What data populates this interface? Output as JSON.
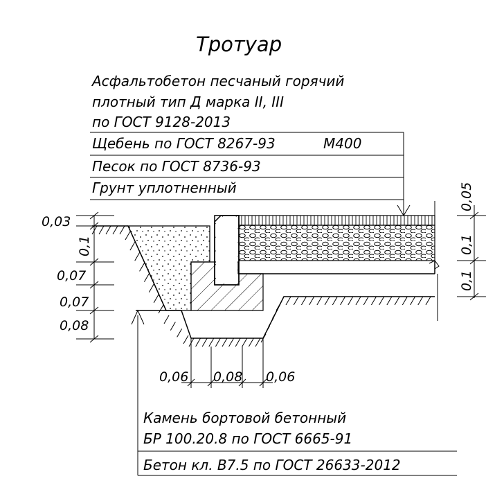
{
  "title": "Тротуар",
  "top_legend": {
    "lines": [
      "Асфальтобетон песчаный горячий",
      "плотный тип Д марка II, III",
      "по ГОСТ 9128-2013",
      "Щебень по ГОСТ 8267-93",
      "Песок по ГОСТ 8736-93",
      "Грунт уплотненный"
    ],
    "grade": "М400"
  },
  "bottom_legend": {
    "lines": [
      "Камень бортовой бетонный",
      "БР 100.20.8 по ГОСТ 6665-91",
      "Бетон кл. В7.5 по ГОСТ 26633-2012"
    ]
  },
  "dimensions": {
    "left": [
      "0,03",
      "0,1",
      "0,07",
      "0,07",
      "0,08"
    ],
    "right": [
      "0,05",
      "0,1",
      "0,1"
    ],
    "bottom": [
      "0,06",
      "0,08",
      "0,06"
    ]
  }
}
